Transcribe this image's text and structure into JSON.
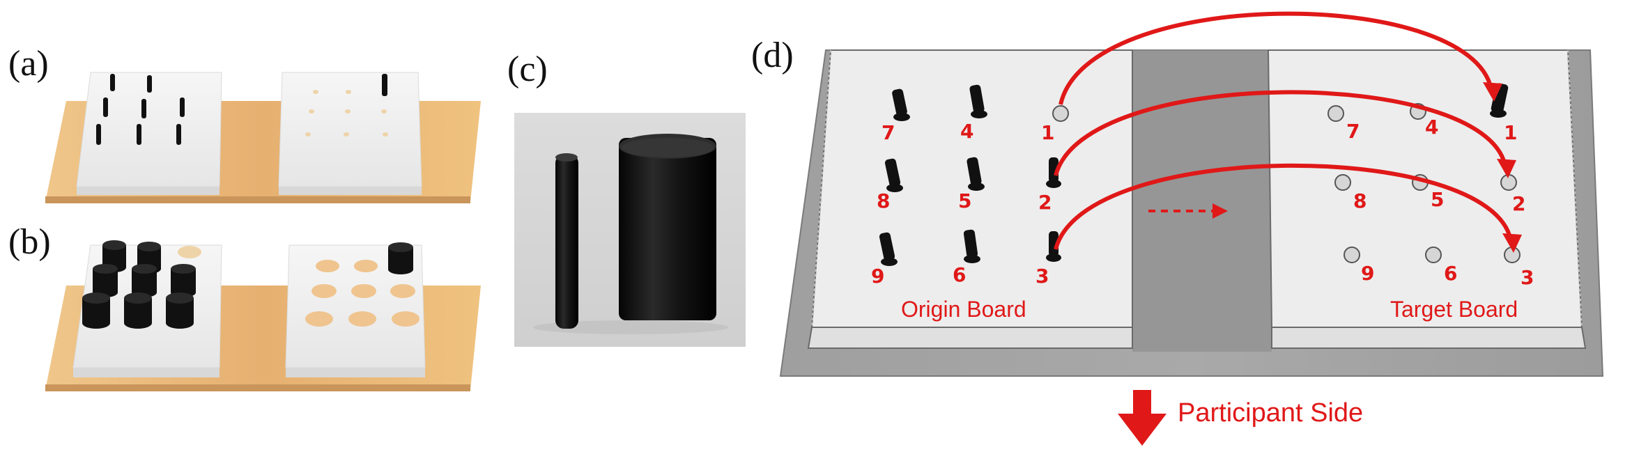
{
  "labels": {
    "a": "(a)",
    "b": "(b)",
    "c": "(c)",
    "d": "(d)"
  },
  "diagram_d": {
    "origin_board": "Origin Board",
    "target_board": "Target Board",
    "participant_side": "Participant Side",
    "origin_numbers": [
      "7",
      "4",
      "1",
      "8",
      "5",
      "2",
      "9",
      "6",
      "3"
    ],
    "target_numbers": [
      "7",
      "4",
      "1",
      "8",
      "5",
      "2",
      "9",
      "6",
      "3"
    ]
  },
  "colors": {
    "accent": "#e01818",
    "peg": "#141414",
    "board": "#ececec",
    "wood": "#e8b77a"
  }
}
